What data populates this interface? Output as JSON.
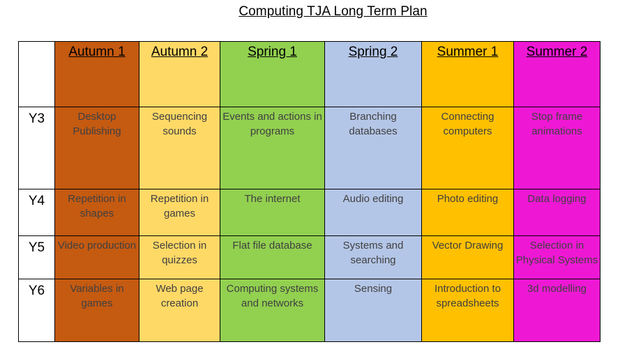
{
  "title": "Computing TJA Long Term Plan",
  "terms": [
    "Autumn 1",
    "Autumn 2",
    "Spring 1",
    "Spring 2",
    "Summer 1",
    "Summer 2"
  ],
  "rows": [
    {
      "year": "Y3",
      "cells": [
        "Desktop Publishing",
        "Sequencing sounds",
        "Events and actions in programs",
        "Branching databases",
        "Connecting computers",
        "Stop frame animations"
      ]
    },
    {
      "year": "Y4",
      "cells": [
        "Repetition in shapes",
        "Repetition in games",
        "The internet",
        "Audio editing",
        "Photo editing",
        "Data logging"
      ]
    },
    {
      "year": "Y5",
      "cells": [
        "Video production",
        "Selection in quizzes",
        "Flat file database",
        "Systems and searching",
        "Vector Drawing",
        "Selection in Physical Systems"
      ]
    },
    {
      "year": "Y6",
      "cells": [
        "Variables in games",
        "Web page creation",
        "Computing systems and networks",
        "Sensing",
        "Introduction to spreadsheets",
        "3d modelling"
      ]
    }
  ],
  "colors": {
    "autumn_1": "#c55a11",
    "autumn_2": "#ffd966",
    "spring_1": "#92d050",
    "spring_2": "#b4c6e7",
    "summer_1": "#ffc000",
    "summer_2": "#ee18d4"
  }
}
